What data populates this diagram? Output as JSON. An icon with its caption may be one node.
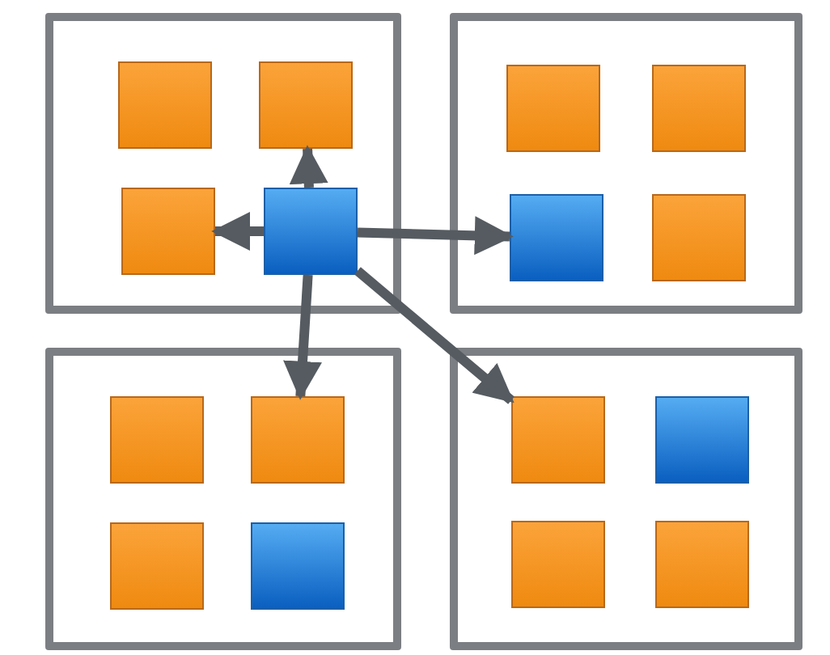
{
  "diagram": {
    "nodes": [
      {
        "text": [],
        "shape": "box"
      },
      {
        "text": [],
        "shape": "box",
        "in": 0
      },
      {
        "text": [],
        "shape": "box",
        "in": 0
      },
      {
        "text": [],
        "shape": "box",
        "in": 0
      },
      {
        "text": [],
        "shape": "box",
        "in": 0
      },
      {
        "text": [],
        "shape": "box"
      },
      {
        "text": [],
        "shape": "box",
        "in": 5
      },
      {
        "text": [],
        "shape": "box",
        "in": 5
      },
      {
        "text": [],
        "shape": "box",
        "in": 5
      },
      {
        "text": [],
        "shape": "box",
        "in": 5
      },
      {
        "text": [],
        "shape": "box"
      },
      {
        "text": [],
        "shape": "box",
        "in": 10
      },
      {
        "text": [],
        "shape": "box",
        "in": 10
      },
      {
        "text": [],
        "shape": "box",
        "in": 10
      },
      {
        "text": [],
        "shape": "box",
        "in": 10
      },
      {
        "text": [],
        "shape": "box"
      },
      {
        "text": [],
        "shape": "box",
        "in": 15
      },
      {
        "text": [],
        "shape": "box",
        "in": 15
      },
      {
        "text": [],
        "shape": "box",
        "in": 15
      },
      {
        "text": [],
        "shape": "box",
        "in": 15
      }
    ],
    "edges": [
      {
        "from": 4,
        "to": 2,
        "arrow": "to"
      },
      {
        "from": 4,
        "to": 3,
        "arrow": "to"
      },
      {
        "from": 4,
        "to": 8,
        "arrow": "to"
      },
      {
        "from": 4,
        "to": 12,
        "arrow": "to"
      },
      {
        "from": 4,
        "to": 16,
        "arrow": "to"
      }
    ]
  }
}
